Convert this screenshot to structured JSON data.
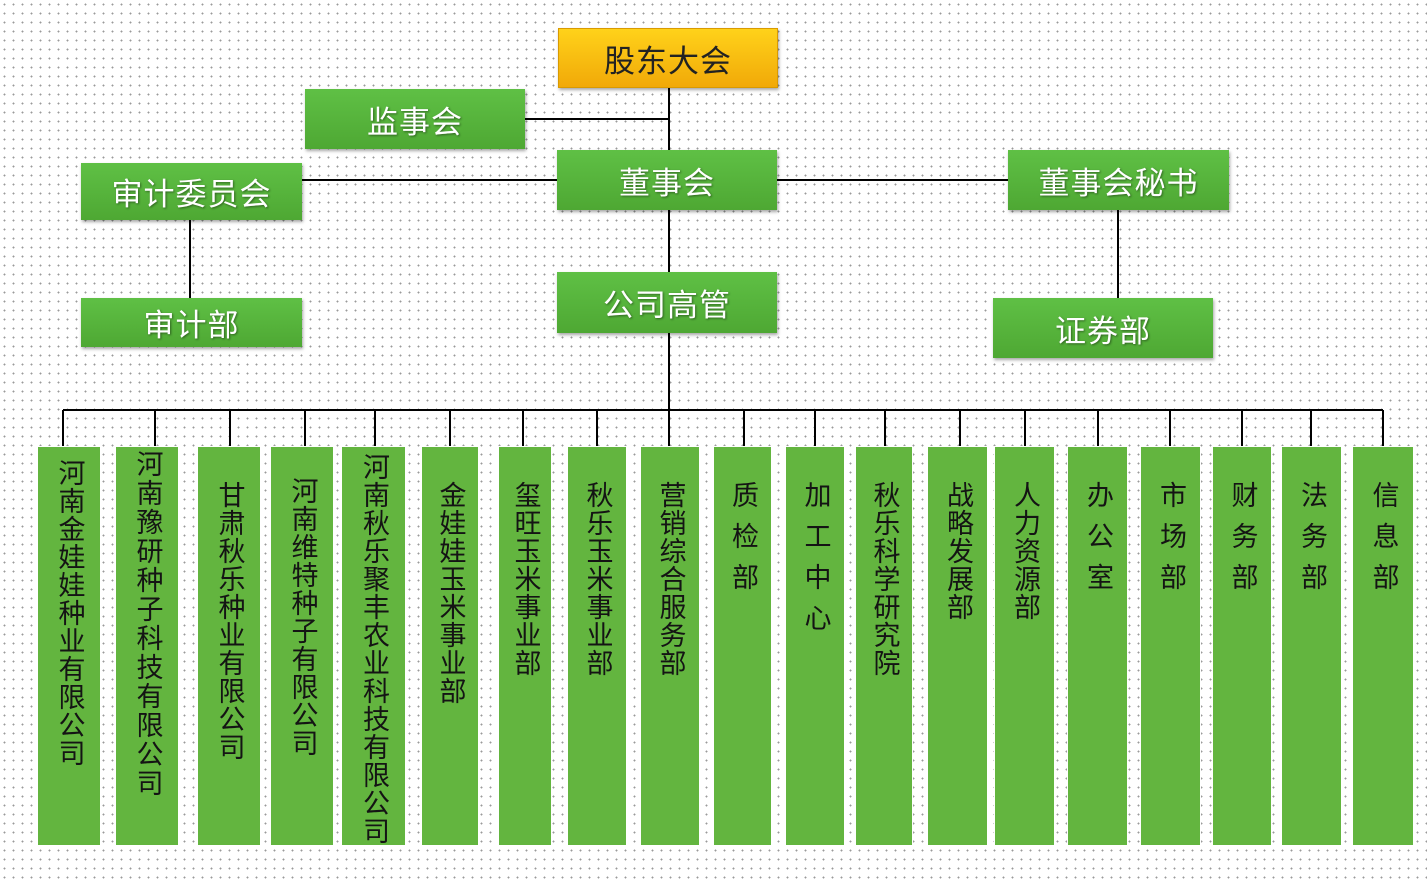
{
  "nodes": {
    "shareholders": "股东大会",
    "supervisory": "监事会",
    "board": "董事会",
    "audit_committee": "审计委员会",
    "board_secretary": "董事会秘书",
    "audit_dept": "审计部",
    "securities_dept": "证券部",
    "executives": "公司高管"
  },
  "departments": [
    "河南金娃娃种业有限公司",
    "河南豫研种子科技有限公司",
    "甘肃秋乐种业有限公司",
    "河南维特种子有限公司",
    "河南秋乐聚丰农业科技有限公司",
    "金娃娃玉米事业部",
    "玺旺玉米事业部",
    "秋乐玉米事业部",
    "营销综合服务部",
    "质检部",
    "加工中心",
    "秋乐科学研究院",
    "战略发展部",
    "人力资源部",
    "办公室",
    "市场部",
    "财务部",
    "法务部",
    "信息部"
  ],
  "colors": {
    "node_green": "#52b035",
    "top_gold": "#f7bd0b",
    "line": "#000000"
  }
}
